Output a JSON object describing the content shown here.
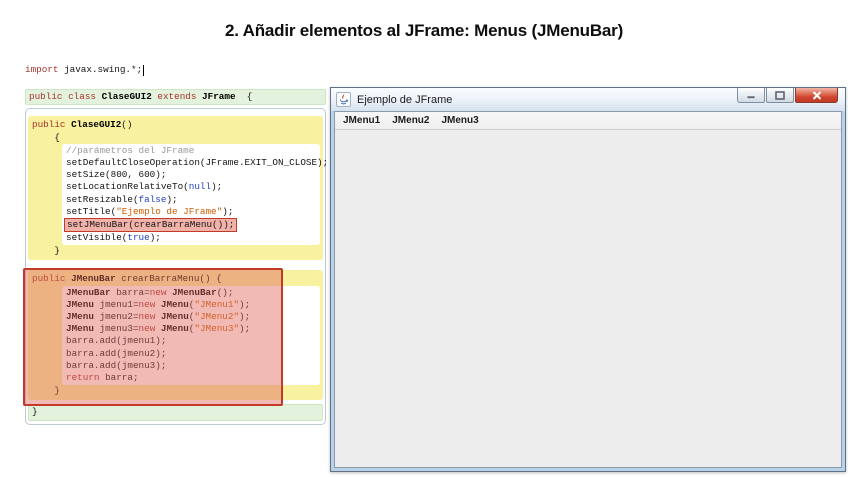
{
  "slide": {
    "title": "2. Añadir elementos al JFrame: Menus (JMenuBar)"
  },
  "colors": {
    "keyword": "#a5342e",
    "literal_blue": "#2442c8",
    "string_orange": "#ce5c00",
    "comment_gray": "#9a9a9a",
    "class_line_green": "#e3f2dc",
    "block_yellow": "#f8f1a0",
    "highlight_border_red": "#c23b28",
    "highlight_fill": "rgba(224,102,92,0.45)",
    "close_button_red": "#cf4530",
    "window_content_gray": "#ededed"
  },
  "code": {
    "import_line": [
      [
        "k",
        "import"
      ],
      [
        "p",
        " javax.swing.*;"
      ]
    ],
    "class_open_line": [
      [
        "k",
        "public"
      ],
      [
        "p",
        " "
      ],
      [
        "k",
        "class"
      ],
      [
        "p",
        " "
      ],
      [
        "b",
        "ClaseGUI2"
      ],
      [
        "p",
        " "
      ],
      [
        "k",
        "extends"
      ],
      [
        "p",
        " "
      ],
      [
        "b",
        "JFrame"
      ],
      [
        "p",
        "  {"
      ]
    ],
    "constructor": {
      "signature": [
        [
          "k",
          "public"
        ],
        [
          "p",
          " "
        ],
        [
          "b",
          "ClaseGUI2"
        ],
        [
          "p",
          "()"
        ]
      ],
      "open_brace": [
        [
          "p",
          "    {"
        ]
      ],
      "body": [
        {
          "tokens": [
            [
              "c",
              "//parámetros del JFrame"
            ]
          ]
        },
        {
          "tokens": [
            [
              "p",
              "setDefaultCloseOperation(JFrame.EXIT_ON_CLOSE);"
            ]
          ]
        },
        {
          "tokens": [
            [
              "p",
              "setSize(800, 600);"
            ]
          ]
        },
        {
          "tokens": [
            [
              "p",
              "setLocationRelativeTo("
            ],
            [
              "l",
              "null"
            ],
            [
              "p",
              ");"
            ]
          ]
        },
        {
          "tokens": [
            [
              "p",
              "setResizable("
            ],
            [
              "l",
              "false"
            ],
            [
              "p",
              ");"
            ]
          ]
        },
        {
          "tokens": [
            [
              "p",
              "setTitle("
            ],
            [
              "s",
              "\"Ejemplo de JFrame\""
            ],
            [
              "p",
              ");"
            ]
          ]
        },
        {
          "tokens": [
            [
              "p",
              "setJMenuBar(crearBarraMenu());"
            ]
          ],
          "highlight": true
        },
        {
          "tokens": [
            [
              "p",
              "setVisible("
            ],
            [
              "l",
              "true"
            ],
            [
              "p",
              ");"
            ]
          ]
        }
      ],
      "close_brace": [
        [
          "p",
          "    }"
        ]
      ]
    },
    "menu_method": {
      "signature": [
        [
          "k",
          "public"
        ],
        [
          "p",
          " "
        ],
        [
          "b",
          "JMenuBar"
        ],
        [
          "p",
          " crearBarraMenu() {"
        ]
      ],
      "body": [
        {
          "tokens": [
            [
              "b",
              "JMenuBar"
            ],
            [
              "p",
              " barra="
            ],
            [
              "k",
              "new"
            ],
            [
              "p",
              " "
            ],
            [
              "b",
              "JMenuBar"
            ],
            [
              "p",
              "();"
            ]
          ]
        },
        {
          "tokens": [
            [
              "b",
              "JMenu"
            ],
            [
              "p",
              " jmenu1="
            ],
            [
              "k",
              "new"
            ],
            [
              "p",
              " "
            ],
            [
              "b",
              "JMenu"
            ],
            [
              "p",
              "("
            ],
            [
              "s",
              "\"JMenu1\""
            ],
            [
              "p",
              ");"
            ]
          ]
        },
        {
          "tokens": [
            [
              "b",
              "JMenu"
            ],
            [
              "p",
              " jmenu2="
            ],
            [
              "k",
              "new"
            ],
            [
              "p",
              " "
            ],
            [
              "b",
              "JMenu"
            ],
            [
              "p",
              "("
            ],
            [
              "s",
              "\"JMenu2\""
            ],
            [
              "p",
              ");"
            ]
          ]
        },
        {
          "tokens": [
            [
              "b",
              "JMenu"
            ],
            [
              "p",
              " jmenu3="
            ],
            [
              "k",
              "new"
            ],
            [
              "p",
              " "
            ],
            [
              "b",
              "JMenu"
            ],
            [
              "p",
              "("
            ],
            [
              "s",
              "\"JMenu3\""
            ],
            [
              "p",
              ");"
            ]
          ]
        },
        {
          "tokens": [
            [
              "p",
              "barra.add(jmenu1);"
            ]
          ]
        },
        {
          "tokens": [
            [
              "p",
              "barra.add(jmenu2);"
            ]
          ]
        },
        {
          "tokens": [
            [
              "p",
              "barra.add(jmenu3);"
            ]
          ]
        },
        {
          "tokens": [
            [
              "k",
              "return"
            ],
            [
              "p",
              " barra;"
            ]
          ]
        }
      ],
      "close_brace": [
        [
          "p",
          "    }"
        ]
      ]
    },
    "class_close_line": [
      [
        "p",
        "}"
      ]
    ]
  },
  "jframe": {
    "title": "Ejemplo de JFrame",
    "title_icon": "java-logo-icon",
    "menus": [
      "JMenu1",
      "JMenu2",
      "JMenu3"
    ],
    "window_buttons": [
      "minimize",
      "maximize",
      "close"
    ]
  }
}
